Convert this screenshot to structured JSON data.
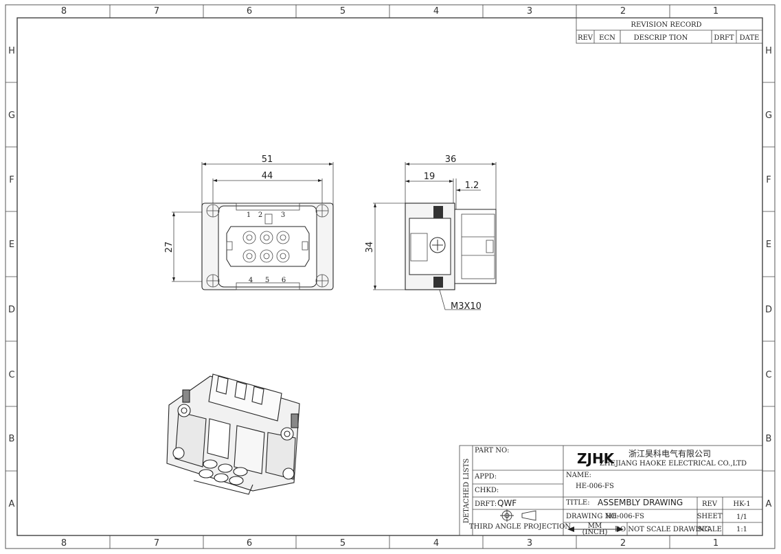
{
  "zones": {
    "columns": [
      "8",
      "7",
      "6",
      "5",
      "4",
      "3",
      "2",
      "1"
    ],
    "rows": [
      "H",
      "G",
      "F",
      "E",
      "D",
      "C",
      "B",
      "A"
    ]
  },
  "revision": {
    "title": "REVISION RECORD",
    "headers": [
      "REV",
      "ECN",
      "DESCRIP TION",
      "DRFT",
      "DATE"
    ]
  },
  "front_view": {
    "dims": [
      "51",
      "44",
      "27"
    ],
    "pins_top": [
      "1",
      "2",
      "3"
    ],
    "pins_bottom": [
      "4",
      "5",
      "6"
    ]
  },
  "side_view": {
    "dims": [
      "36",
      "19",
      "1.2",
      "34"
    ],
    "screw_label": "M3X10"
  },
  "title_block": {
    "part_no_label": "PART NO:",
    "detached_lists": "DETACHED LISTS",
    "appd_label": "APPD:",
    "chkd_label": "CHKD:",
    "drft_label": "DRFT:",
    "drft_value": "QWF",
    "projection": "THIRD ANGLE PROJECTION",
    "logo": "ZJHK",
    "company_cn": "浙江昊科电气有限公司",
    "company_en": "ZHEJIANG HAOKE ELECTRICAL CO.,LTD",
    "name_label": "NAME:",
    "name_value": "HE-006-FS",
    "title_label": "TITLE:",
    "title_value": "ASSEMBLY DRAWING",
    "rev_label": "REV",
    "rev_value": "HK-1",
    "drawing_no_label": "DRAWING NO:",
    "drawing_no_value": "HE-006-FS",
    "sheet_label": "SHEET",
    "sheet_value": "1/1",
    "units_top": "MM",
    "units_bottom": "(INCH)",
    "no_scale": "DO NOT SCALE DRAWING",
    "scale_label": "SCALE",
    "scale_value": "1:1"
  }
}
